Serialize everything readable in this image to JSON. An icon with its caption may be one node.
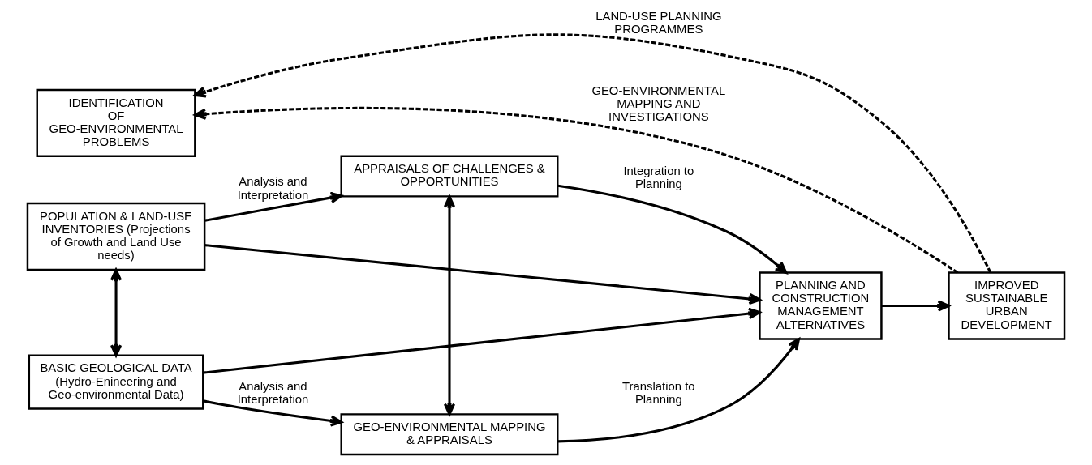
{
  "diagram": {
    "nodes": [
      {
        "text": [
          "IDENTIFICATION OF GEO-ENVIRONMENTAL PROBLEMS"
        ]
      },
      {
        "text": [
          "POPULATION & LAND-USE INVENTORIES (Projections of Growth and Land Use needs)"
        ]
      },
      {
        "text": [
          "APPRAISALS OF CHALLENGES & OPPORTUNITIES"
        ]
      },
      {
        "text": [
          "PLANNING AND CONSTRUCTION MANAGEMENT ALTERNATIVES"
        ]
      },
      {
        "text": [
          "IMPROVED SUSTAINABLE URBAN DEVELOPMENT"
        ]
      },
      {
        "text": [
          "BASIC GEOLOGICAL DATA (Hydro-Enineering and Geo-environmental Data)"
        ]
      },
      {
        "text": [
          "GEO-ENVIRONMENTAL MAPPING & APPRAISALS"
        ]
      }
    ],
    "edges": [
      {
        "from": 1,
        "to": 2,
        "arrow": "to",
        "label": "Analysis and Interpretation"
      },
      {
        "from": 2,
        "to": 3,
        "arrow": "to",
        "label": "Integration to Planning"
      },
      {
        "from": 1,
        "to": 5,
        "arrow": "both"
      },
      {
        "from": 1,
        "to": 3,
        "arrow": "to"
      },
      {
        "from": 5,
        "to": 3,
        "arrow": "to"
      },
      {
        "from": 2,
        "to": 6,
        "arrow": "both"
      },
      {
        "from": 5,
        "to": 6,
        "arrow": "to",
        "label": "Analysis and Interpretation"
      },
      {
        "from": 6,
        "to": 3,
        "arrow": "to",
        "label": "Translation to Planning"
      },
      {
        "from": 3,
        "to": 4,
        "arrow": "to"
      },
      {
        "from": 4,
        "to": 0,
        "arrow": "to",
        "style": "dashed",
        "label": "LAND-USE PLANNING PROGRAMMES"
      },
      {
        "from": 4,
        "to": 0,
        "arrow": "to",
        "style": "dashed",
        "label": "GEO-ENVIRONMENTAL MAPPING AND INVESTIGATIONS"
      }
    ]
  }
}
